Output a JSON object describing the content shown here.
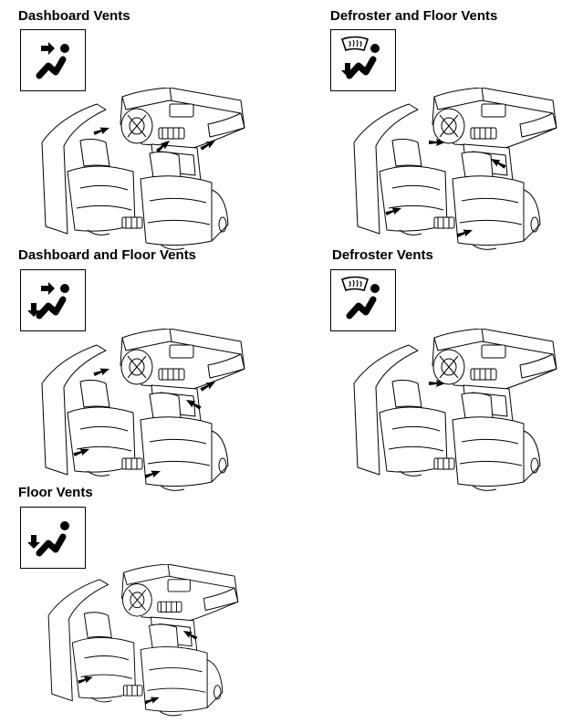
{
  "sections": [
    {
      "title": "Dashboard Vents",
      "icon": "dashboard-vent-icon"
    },
    {
      "title": "Defroster and Floor Vents",
      "icon": "defroster-floor-vent-icon"
    },
    {
      "title": "Dashboard and Floor Vents",
      "icon": "dashboard-floor-vent-icon"
    },
    {
      "title": "Defroster Vents",
      "icon": "defroster-vent-icon"
    },
    {
      "title": "Floor Vents",
      "icon": "floor-vent-icon"
    }
  ]
}
